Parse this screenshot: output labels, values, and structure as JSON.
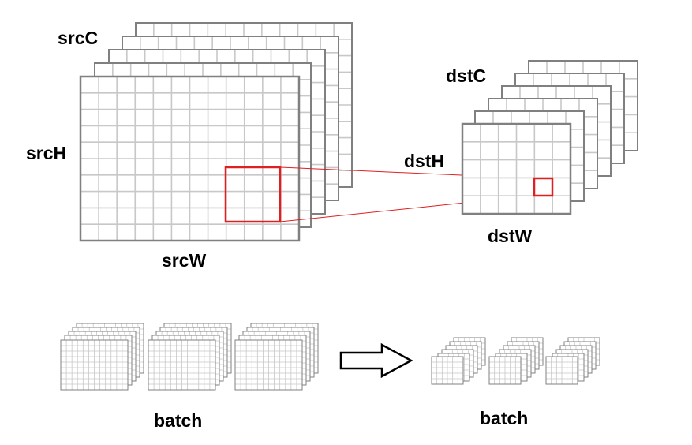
{
  "labels": {
    "src_channels": "srcC",
    "src_height": "srcH",
    "src_width": "srcW",
    "dst_channels": "dstC",
    "dst_height": "dstH",
    "dst_width": "dstW",
    "batch_left": "batch",
    "batch_right": "batch"
  },
  "colors": {
    "grid_line": "#c8c8c8",
    "grid_border": "#808080",
    "highlight": "#e02020",
    "arrow": "#000000"
  }
}
